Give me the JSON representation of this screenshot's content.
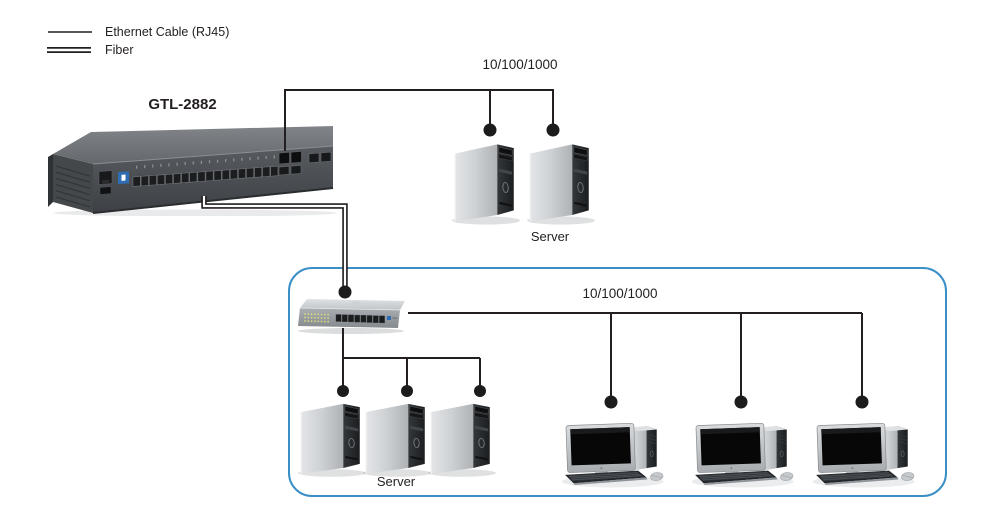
{
  "legend": {
    "items": [
      {
        "label": "Ethernet Cable (RJ45)",
        "line_style": "single"
      },
      {
        "label": "Fiber",
        "line_style": "double"
      }
    ]
  },
  "core_switch": {
    "model": "GTL-2882",
    "device": "rack-mount SFP switch"
  },
  "uplink_segment": {
    "speed": "10/100/1000",
    "server_label": "Server",
    "server_count": 2
  },
  "lan_segment": {
    "switch_device": "8-port desktop switch",
    "speed": "10/100/1000",
    "server_label": "Server",
    "server_count": 3,
    "workstation_count": 3
  },
  "colors": {
    "line": "#231f20",
    "fiber_gap": "#ffffff",
    "group_border": "#3a8fc7",
    "dot": "#1c1c1c",
    "background": "#ffffff"
  }
}
